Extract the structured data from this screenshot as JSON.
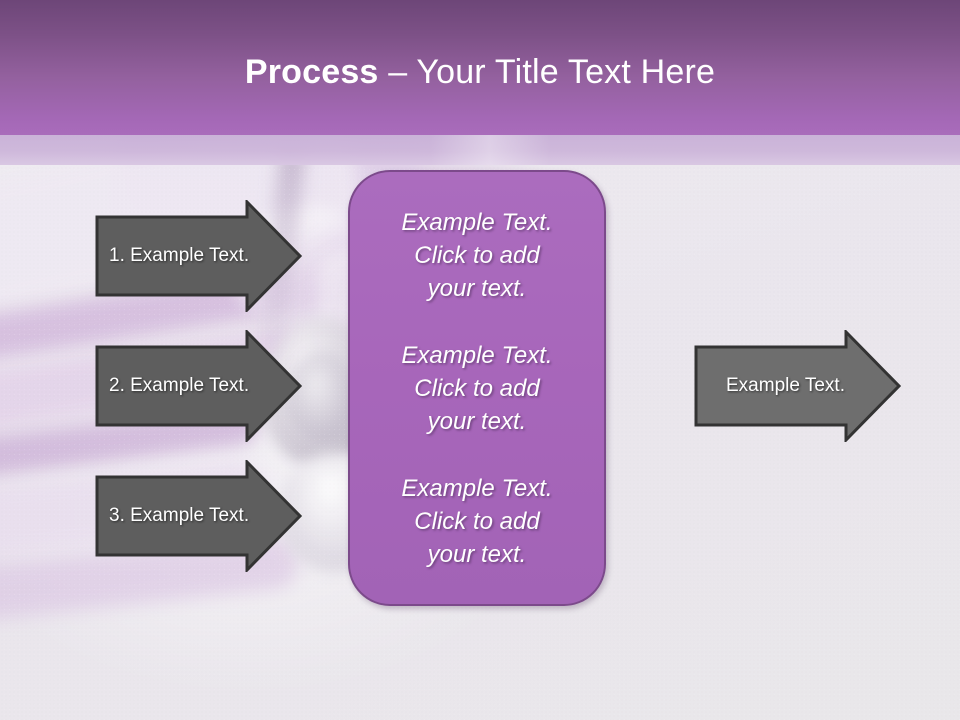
{
  "slide": {
    "header": {
      "title_strong": "Process",
      "title_rest": " – Your Title Text Here",
      "band_color": "#8a5896",
      "strip_color": "#c9b2d6"
    },
    "background": {
      "body_color": "#ebe8ec",
      "accent_color": "#cdacda"
    },
    "left_arrows": [
      {
        "label": "1. Example Text.",
        "fill": "#5e5e5e",
        "stroke": "#333333"
      },
      {
        "label": "2. Example Text.",
        "fill": "#5e5e5e",
        "stroke": "#333333"
      },
      {
        "label": "3. Example Text.",
        "fill": "#5e5e5e",
        "stroke": "#333333"
      }
    ],
    "center_panel": {
      "fill": "#a868bc",
      "stroke": "#7c4a8b",
      "blocks": [
        "Example Text.\nClick  to add\nyour text.",
        "Example Text.\nClick  to add\nyour text.",
        "Example Text.\nClick  to add\nyour text."
      ]
    },
    "right_arrow": {
      "label": "Example Text.",
      "fill": "#6e6e6e",
      "stroke": "#333333"
    }
  }
}
